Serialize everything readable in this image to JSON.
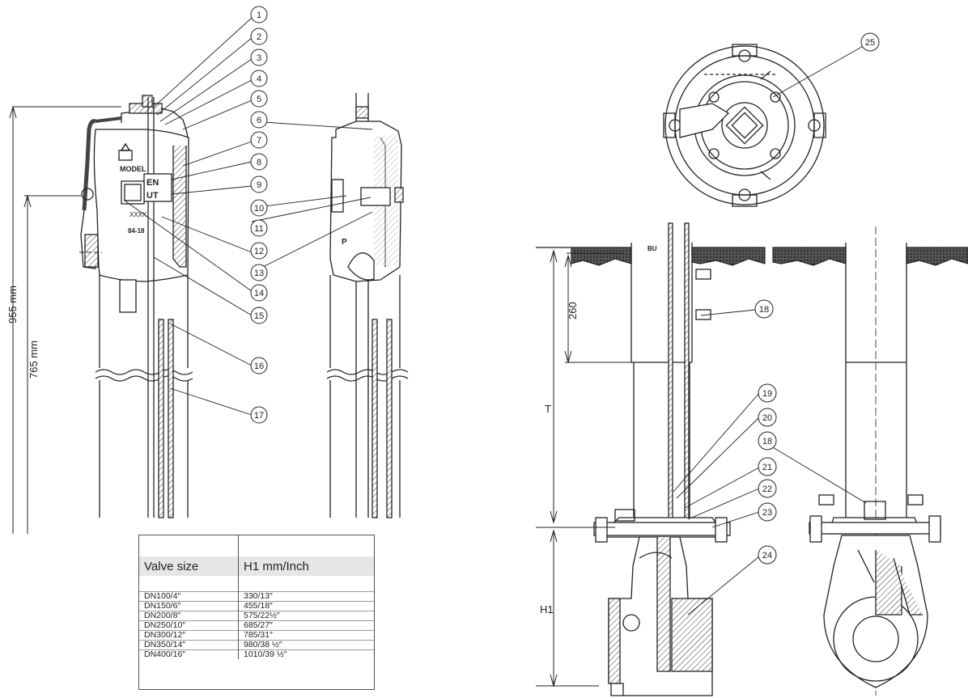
{
  "callouts": {
    "c1": "1",
    "c2": "2",
    "c3": "3",
    "c4": "4",
    "c5": "5",
    "c6": "6",
    "c7": "7",
    "c8": "8",
    "c9": "9",
    "c10": "10",
    "c11": "11",
    "c12": "12",
    "c13": "13",
    "c14": "14",
    "c15": "15",
    "c16": "16",
    "c17": "17",
    "c18a": "18",
    "c18b": "18",
    "c19": "19",
    "c20": "20",
    "c21": "21",
    "c22": "22",
    "c23": "23",
    "c24": "24",
    "c25": "25"
  },
  "dimensions": {
    "d955": "955 mm",
    "d765": "765 mm",
    "d260": "260",
    "dT": "T",
    "dH1": "H1"
  },
  "marks": {
    "en": "EN",
    "ut": "UT",
    "model": "MODEL",
    "code1": "XXXX",
    "code2": "84-18",
    "p": "P",
    "bu": "BU"
  },
  "table": {
    "headers": [
      "Valve size",
      "H1 mm/Inch"
    ],
    "rows": [
      [
        "DN100/4″",
        "330/13″"
      ],
      [
        "DN150/6″",
        "455/18″"
      ],
      [
        "DN200/8″",
        "575/22½″"
      ],
      [
        "DN250/10″",
        "685/27″"
      ],
      [
        "DN300/12″",
        "785/31″"
      ],
      [
        "DN350/14″",
        "980/38 ½″"
      ],
      [
        "DN400/16″",
        "1010/39 ½″"
      ]
    ]
  }
}
